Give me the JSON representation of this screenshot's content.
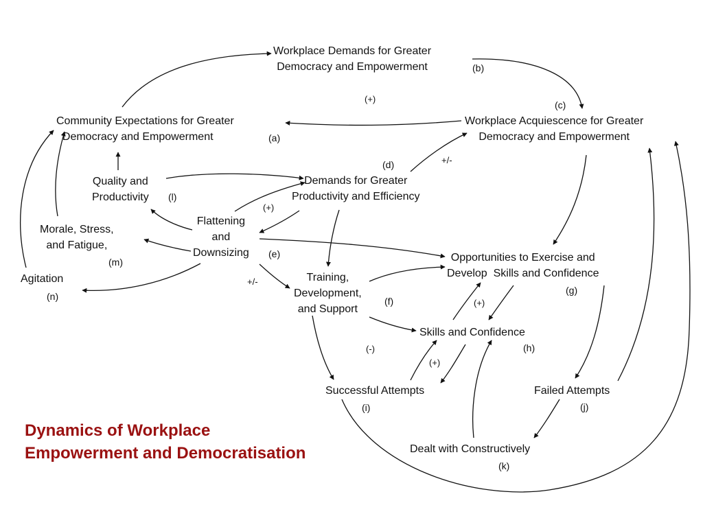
{
  "title": "Dynamics of Workplace\nEmpowerment and Democratisation",
  "colors": {
    "title": "#9a1111",
    "text": "#111111",
    "arrow": "#111111"
  },
  "nodes": {
    "a": {
      "text": "Community Expectations for Greater\n  Democracy and Empowerment",
      "tag": "(a)"
    },
    "b": {
      "text": "Workplace Demands for Greater\nDemocracy and Empowerment",
      "tag": "(b)"
    },
    "c": {
      "text": "Workplace Acquiescence for Greater\nDemocracy and Empowerment",
      "tag": "(c)"
    },
    "d": {
      "text": "Demands for Greater\nProductivity and Efficiency",
      "tag": "(d)"
    },
    "e": {
      "text": "Flattening\nand\nDownsizing",
      "tag": "(e)"
    },
    "f": {
      "text": "Training,\nDevelopment,\nand Support",
      "tag": "(f)"
    },
    "g": {
      "text": "Opportunities to Exercise and\nDevelop  Skills and Confidence",
      "tag": "(g)"
    },
    "h": {
      "text": "Skills and Confidence",
      "tag": "(h)"
    },
    "i": {
      "text": "Successful Attempts",
      "tag": "(i)"
    },
    "j": {
      "text": "Failed Attempts",
      "tag": "(j)"
    },
    "k": {
      "text": "Dealt with Constructively",
      "tag": "(k)"
    },
    "l": {
      "text": "Quality and\nProductivity",
      "tag": "(l)"
    },
    "m": {
      "text": "Morale, Stress,\nand Fatigue,",
      "tag": "(m)"
    },
    "n": {
      "text": "Agitation",
      "tag": "(n)"
    }
  },
  "polarities": {
    "top_loop": "(+)",
    "acquiescence_link": "+/-",
    "flattening_loop": "(+)",
    "training_link": "+/-",
    "opportunity_loop": "(+)",
    "success_loop": "(+)",
    "lower_loop": "(-)"
  }
}
